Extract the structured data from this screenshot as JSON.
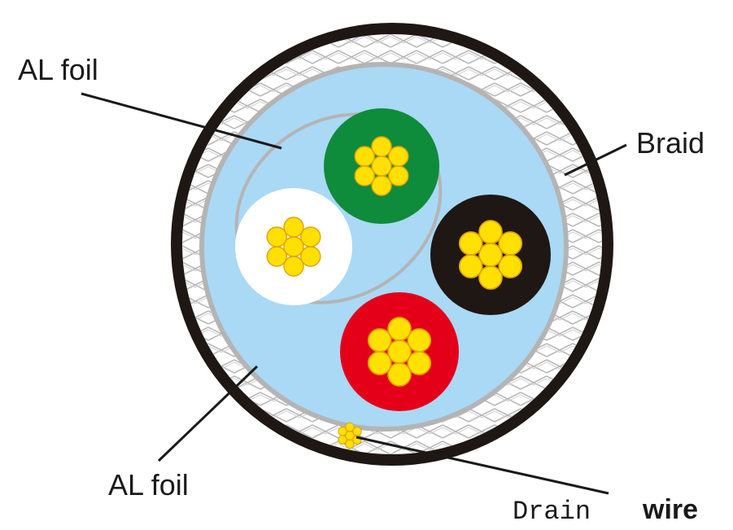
{
  "labels": {
    "al_foil_inner": "AL foil",
    "braid": "Braid",
    "al_foil_outer": "AL foil",
    "drain": "Drain",
    "wire": "wire"
  },
  "colors": {
    "jacket": "#1e1714",
    "braid_bg": "#ffffff",
    "braid_mesh": "#b9b9b9",
    "foil": "#b4b4b4",
    "filler": "#a9d9f5",
    "green": "#0f8b3c",
    "white": "#ffffff",
    "black": "#1e1714",
    "red": "#e5001a",
    "strand_fill": "#ffe000",
    "strand_edge": "#e3a20a"
  }
}
